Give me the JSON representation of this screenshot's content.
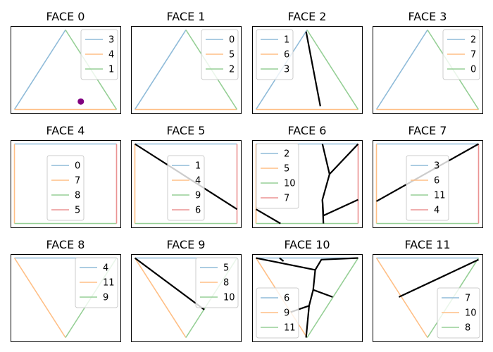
{
  "chart_data": {
    "type": "line",
    "grid": false,
    "colors": {
      "blue": "#8fbbd9",
      "orange": "#ffbf86",
      "green": "#95cf95",
      "red": "#eb9393",
      "path": "#000000",
      "marker": "#800080"
    },
    "panels": [
      {
        "title": "FACE 0",
        "shape": "triangle",
        "legend_loc": "upper-right",
        "edges": [
          {
            "label": "3",
            "color": "blue"
          },
          {
            "label": "4",
            "color": "orange"
          },
          {
            "label": "1",
            "color": "green"
          }
        ],
        "segments": [],
        "points": [
          [
            0.65,
            0.1
          ]
        ]
      },
      {
        "title": "FACE 1",
        "shape": "triangle",
        "legend_loc": "upper-right",
        "edges": [
          {
            "label": "0",
            "color": "blue"
          },
          {
            "label": "5",
            "color": "orange"
          },
          {
            "label": "2",
            "color": "green"
          }
        ],
        "segments": [],
        "points": []
      },
      {
        "title": "FACE 2",
        "shape": "triangle",
        "legend_loc": "upper-left",
        "edges": [
          {
            "label": "1",
            "color": "blue"
          },
          {
            "label": "6",
            "color": "orange"
          },
          {
            "label": "3",
            "color": "green"
          }
        ],
        "segments": [
          [
            [
              0.49,
              0.98
            ],
            [
              0.63,
              0.04
            ]
          ]
        ],
        "points": []
      },
      {
        "title": "FACE 3",
        "shape": "triangle",
        "legend_loc": "upper-right",
        "edges": [
          {
            "label": "2",
            "color": "blue"
          },
          {
            "label": "7",
            "color": "orange"
          },
          {
            "label": "0",
            "color": "green"
          }
        ],
        "segments": [],
        "points": []
      },
      {
        "title": "FACE 4",
        "shape": "square",
        "legend_loc": "center",
        "edges": [
          {
            "label": "0",
            "color": "blue"
          },
          {
            "label": "7",
            "color": "orange"
          },
          {
            "label": "8",
            "color": "green"
          },
          {
            "label": "5",
            "color": "red"
          }
        ],
        "segments": [],
        "points": []
      },
      {
        "title": "FACE 5",
        "shape": "square",
        "legend_loc": "center",
        "edges": [
          {
            "label": "1",
            "color": "blue"
          },
          {
            "label": "4",
            "color": "orange"
          },
          {
            "label": "9",
            "color": "green"
          },
          {
            "label": "6",
            "color": "red"
          }
        ],
        "segments": [
          [
            [
              0.0,
              1.0
            ],
            [
              1.0,
              0.18
            ]
          ]
        ],
        "points": []
      },
      {
        "title": "FACE 6",
        "shape": "square",
        "legend_loc": "upper-left",
        "edges": [
          {
            "label": "2",
            "color": "blue"
          },
          {
            "label": "5",
            "color": "orange"
          },
          {
            "label": "10",
            "color": "green"
          },
          {
            "label": "7",
            "color": "red"
          }
        ],
        "segments": [
          [
            [
              0.65,
              1.0
            ],
            [
              0.72,
              0.62
            ],
            [
              0.65,
              0.3
            ],
            [
              0.66,
              0.0
            ]
          ],
          [
            [
              1.0,
              1.0
            ],
            [
              0.72,
              0.62
            ]
          ],
          [
            [
              0.65,
              0.3
            ],
            [
              0.66,
              0.1
            ],
            [
              1.0,
              0.3
            ]
          ],
          [
            [
              0.0,
              0.18
            ],
            [
              0.24,
              0.0
            ]
          ]
        ],
        "points": []
      },
      {
        "title": "FACE 7",
        "shape": "square",
        "legend_loc": "center",
        "edges": [
          {
            "label": "3",
            "color": "blue"
          },
          {
            "label": "6",
            "color": "orange"
          },
          {
            "label": "11",
            "color": "green"
          },
          {
            "label": "4",
            "color": "red"
          }
        ],
        "segments": [
          [
            [
              0.0,
              0.28
            ],
            [
              1.0,
              1.0
            ]
          ]
        ],
        "points": []
      },
      {
        "title": "FACE 8",
        "shape": "inverted-triangle",
        "legend_loc": "upper-right",
        "edges": [
          {
            "label": "4",
            "color": "blue"
          },
          {
            "label": "11",
            "color": "orange"
          },
          {
            "label": "9",
            "color": "green"
          }
        ],
        "segments": [],
        "points": []
      },
      {
        "title": "FACE 9",
        "shape": "inverted-triangle",
        "legend_loc": "upper-right",
        "edges": [
          {
            "label": "5",
            "color": "blue"
          },
          {
            "label": "8",
            "color": "orange"
          },
          {
            "label": "10",
            "color": "green"
          }
        ],
        "segments": [
          [
            [
              0.0,
              1.0
            ],
            [
              0.68,
              0.35
            ]
          ]
        ],
        "points": []
      },
      {
        "title": "FACE 10",
        "shape": "inverted-triangle",
        "legend_loc": "lower-left",
        "edges": [
          {
            "label": "6",
            "color": "blue"
          },
          {
            "label": "9",
            "color": "orange"
          },
          {
            "label": "11",
            "color": "green"
          }
        ],
        "segments": [
          [
            [
              0.0,
              1.0
            ],
            [
              0.58,
              0.85
            ],
            [
              0.56,
              0.6
            ],
            [
              0.52,
              0.4
            ],
            [
              0.49,
              0.0
            ]
          ],
          [
            [
              0.23,
              1.0
            ],
            [
              0.27,
              0.96
            ]
          ],
          [
            [
              0.58,
              0.85
            ],
            [
              0.64,
              0.98
            ],
            [
              1.0,
              1.0
            ]
          ],
          [
            [
              0.56,
              0.6
            ],
            [
              0.75,
              0.51
            ]
          ],
          [
            [
              0.52,
              0.4
            ],
            [
              0.34,
              0.32
            ]
          ]
        ],
        "points": []
      },
      {
        "title": "FACE 11",
        "shape": "inverted-triangle",
        "legend_loc": "lower-right",
        "edges": [
          {
            "label": "7",
            "color": "blue"
          },
          {
            "label": "10",
            "color": "orange"
          },
          {
            "label": "8",
            "color": "green"
          }
        ],
        "segments": [
          [
            [
              0.22,
              0.51
            ],
            [
              1.0,
              0.98
            ]
          ]
        ],
        "points": []
      }
    ]
  }
}
